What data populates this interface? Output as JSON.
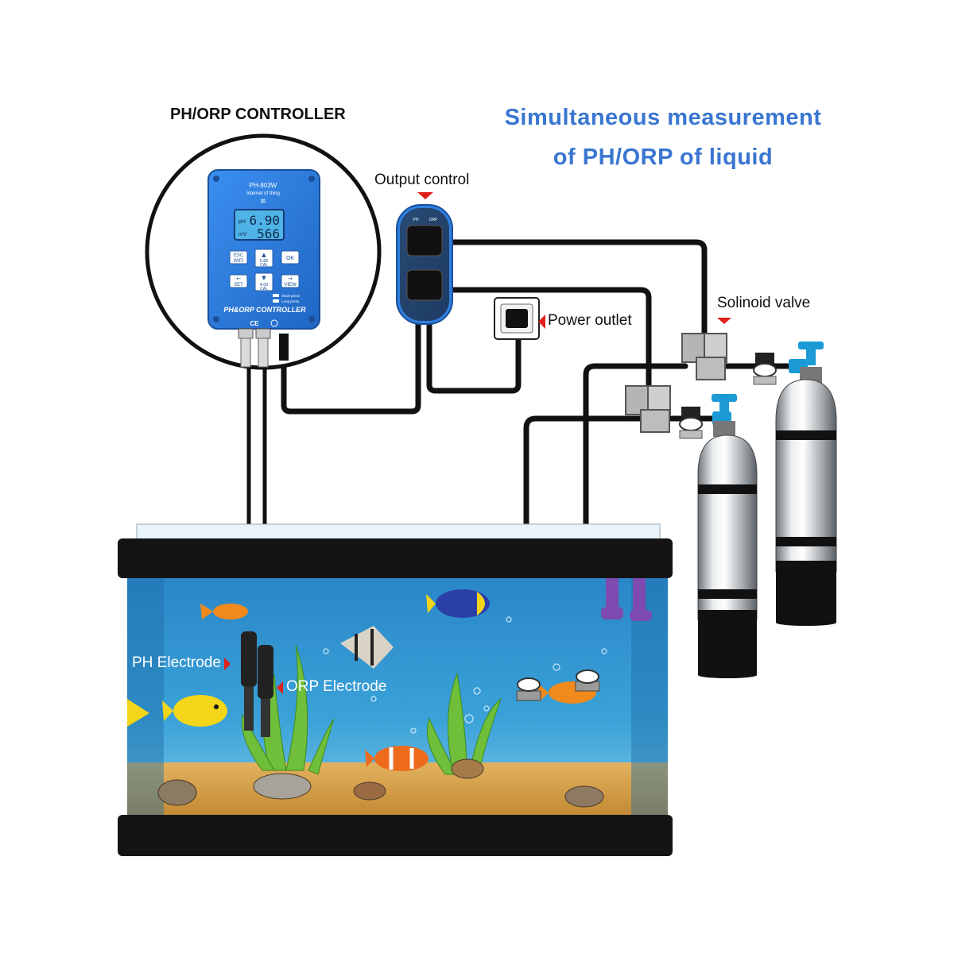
{
  "controller": {
    "heading": "PH/ORP CONTROLLER",
    "model": "PH-803W",
    "subtitle": "Internet of thing",
    "reading_ph": "6.90",
    "reading_mv": "566",
    "unit_ph": "pH",
    "unit_mv": "mV",
    "buttons": {
      "esc": "ESC",
      "wifi": "WIFI",
      "cal_686": "6.86",
      "cal_label": "CAL",
      "ok": "OK",
      "set": "SET",
      "cal_400": "4.00",
      "view": "VIEW"
    },
    "legend_short": "Short press",
    "legend_long": "Long press",
    "name": "PH&ORP CONTROLLER",
    "ce": "CE"
  },
  "headline": {
    "line1": "Simultaneous measurement",
    "line2": "of PH/ORP of liquid"
  },
  "labels": {
    "output_control": "Output control",
    "power_outlet": "Power outlet",
    "solenoid_valve": "Solinoid valve",
    "ph_electrode": "PH Electrode",
    "orp_electrode": "ORP Electrode"
  },
  "output_unit": {
    "ph": "PH",
    "orp": "ORP"
  },
  "colors": {
    "headline": "#3a76d1",
    "controller_blue": "#2f7fe0",
    "lcd": "#4fb3e8",
    "marker_red": "#e0201b",
    "pipe": "#111111",
    "water": "#2a86c8",
    "sand": "#d6a24a"
  }
}
